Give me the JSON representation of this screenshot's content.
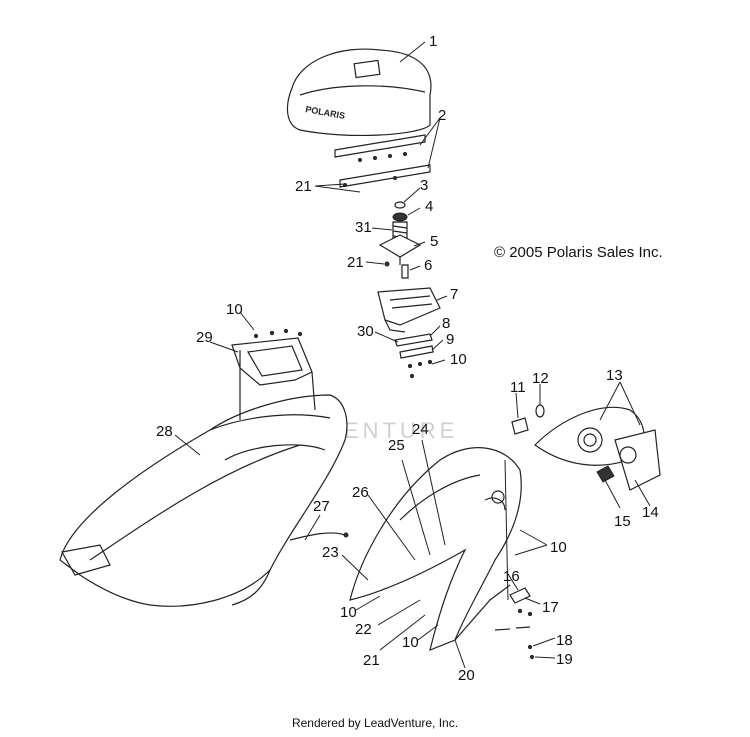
{
  "copyright": "© 2005 Polaris Sales Inc.",
  "footer": "Rendered by LeadVenture, Inc.",
  "watermark": "EADVENTURE",
  "logo_text": "POLARIS",
  "callouts": [
    "1",
    "2",
    "21",
    "3",
    "4",
    "31",
    "5",
    "21",
    "6",
    "7",
    "10",
    "29",
    "30",
    "8",
    "9",
    "10",
    "11",
    "12",
    "13",
    "28",
    "25",
    "24",
    "26",
    "27",
    "10",
    "23",
    "16",
    "17",
    "10",
    "22",
    "10",
    "21",
    "20",
    "18",
    "19",
    "15",
    "14"
  ]
}
